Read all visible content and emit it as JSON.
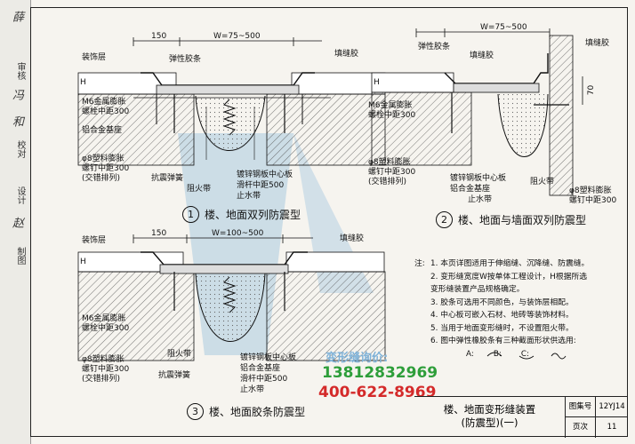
{
  "margin_strip": {
    "cells": [
      "制图",
      "审核",
      "校对",
      "设计"
    ],
    "signatures": [
      "薛",
      "冯",
      "和",
      "赵"
    ]
  },
  "dims": {
    "d1_150": "150",
    "d1_w": "W=75~500",
    "d2_w": "W=75~500",
    "d3_150": "150",
    "d3_w": "W=100~500",
    "h1": "H",
    "h2": "H",
    "h3": "H",
    "v70": "70"
  },
  "diagram1": {
    "labels": {
      "decor": "装饰层",
      "elastic": "弹性胶条",
      "sealant": "填缝胶",
      "m6": "M6金属膨胀",
      "m6b": "螺栓中距300",
      "alum": "铝合金基座",
      "pin": "φ8塑料膨胀",
      "pinb": "螺钉中距300",
      "pinc": "(交错排列)",
      "spring": "抗震弹簧",
      "fire": "阻火带",
      "plate": "镀锌钢板中心板",
      "rod": "滑杆中距500",
      "water": "止水带"
    },
    "caption_num": "1",
    "caption": "楼、地面双列防震型"
  },
  "diagram2": {
    "labels": {
      "elastic": "弹性胶条",
      "sealant": "填缝胶",
      "sealant2": "填缝胶",
      "m6": "M6金属膨胀",
      "m6b": "螺栓中距300",
      "pin": "φ8塑料膨胀",
      "pinb": "螺钉中距300",
      "pinc": "(交错排列)",
      "plate": "镀锌钢板中心板",
      "alum": "铝合金基座",
      "water": "止水带",
      "fire": "阻火带",
      "pin2": "φ8塑料膨胀",
      "pin2b": "螺钉中距300"
    },
    "caption_num": "2",
    "caption": "楼、地面与墙面双列防震型"
  },
  "diagram3": {
    "labels": {
      "decor": "装饰层",
      "sealant": "填缝胶",
      "m6": "M6金属膨胀",
      "m6b": "螺栓中距300",
      "pin": "φ8塑料膨胀",
      "pinb": "螺钉中距300",
      "pinc": "(交错排列)",
      "fire": "阻火带",
      "spring": "抗震弹簧",
      "plate": "镀锌钢板中心板",
      "alum": "铝合金基座",
      "rod": "滑杆中距500",
      "water": "止水带"
    },
    "caption_num": "3",
    "caption": "楼、地面胶条防震型"
  },
  "notes": {
    "head": "注:",
    "items": [
      "1.  本页详图适用于伸缩缝、沉降缝、防震缝。",
      "2.  变形缝宽度W按单体工程设计，H根据所选",
      "     变形缝装置产品规格确定。",
      "3.  胶条可选用不同颜色，与装饰层相配。",
      "4.  中心板可嵌入石材、地砖等装饰材料。",
      "5.  当用于地面变形缝时，不设置阻火带。",
      "6.  图中弹性橡胶条有三种截面形状供选用:"
    ],
    "shapes": [
      "A:",
      "B:",
      "C:"
    ]
  },
  "watermark": {
    "title": "变形缝询价:",
    "phone1": "13812832969",
    "phone2": "400-622-8969"
  },
  "titleblock": {
    "title_line1": "楼、地面变形缝装置",
    "title_line2": "(防震型)(一)",
    "atlas_label": "图集号",
    "atlas_value": "12YJ14",
    "page_label": "页次",
    "page_value": "11"
  },
  "colors": {
    "ink": "#111111",
    "hatch": "#555555",
    "watermark_blue": "#7fb2d8",
    "watermark_green": "#2e9e3a",
    "watermark_red": "#d42a2a"
  }
}
